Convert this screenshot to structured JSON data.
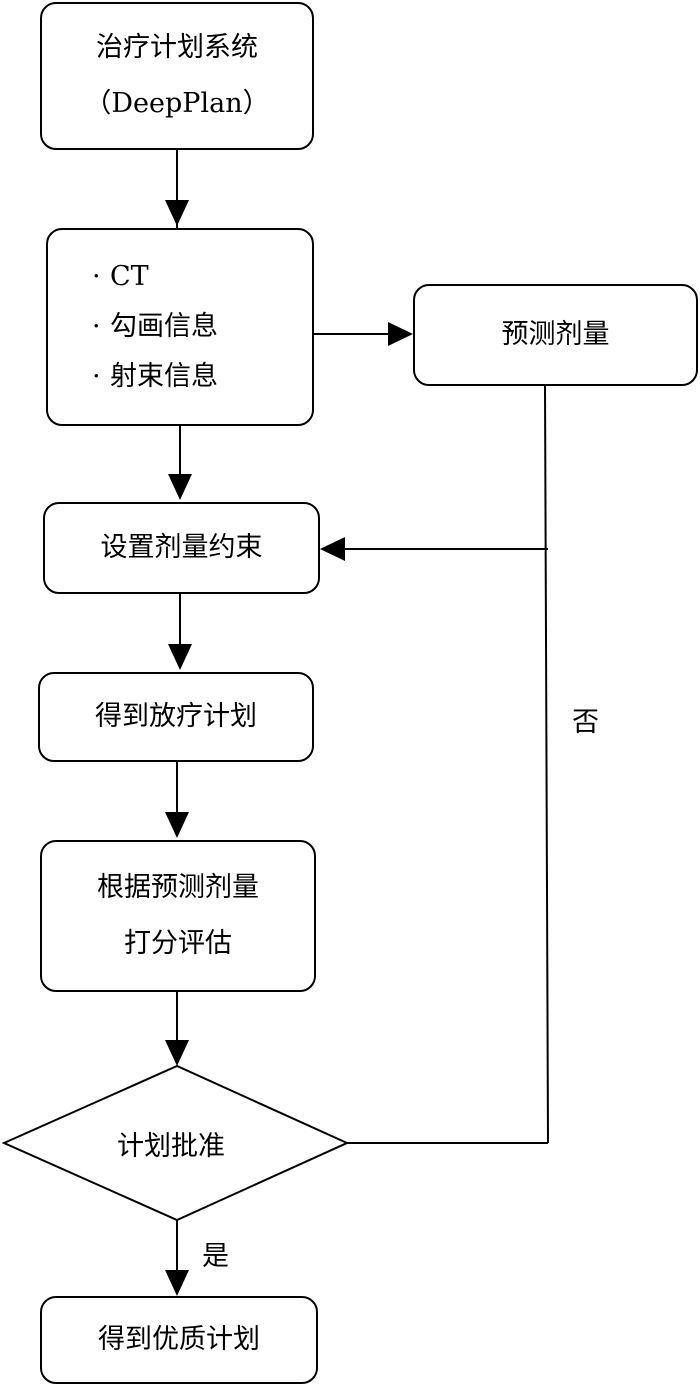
{
  "nodes": {
    "system": {
      "line1": "治疗计划系统",
      "line2": "（DeepPlan）"
    },
    "inputs": {
      "bullet": "·",
      "items": [
        "CT",
        "勾画信息",
        "射束信息"
      ]
    },
    "predict": {
      "label": "预测剂量"
    },
    "constraints": {
      "label": "设置剂量约束"
    },
    "get_plan": {
      "label": "得到放疗计划"
    },
    "evaluate": {
      "line1": "根据预测剂量",
      "line2": "打分评估"
    },
    "approve": {
      "label": "计划批准"
    },
    "final": {
      "label": "得到优质计划"
    }
  },
  "edges": {
    "yes_label": "是",
    "no_label": "否"
  }
}
